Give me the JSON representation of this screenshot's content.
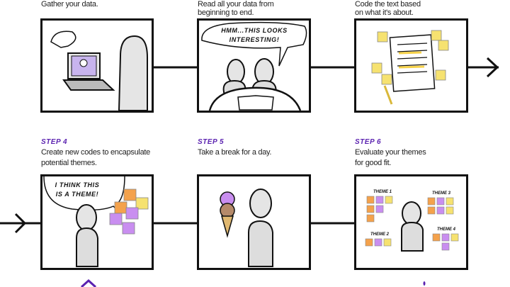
{
  "steps": [
    {
      "label": "",
      "text1": "Gather your data.",
      "text2": ""
    },
    {
      "label": "",
      "text1": "Read all your data from",
      "text2": "beginning to end."
    },
    {
      "label": "",
      "text1": "Code the text based",
      "text2": "on what it's about."
    },
    {
      "label": "STEP 4",
      "text1": "Create new codes to encapsulate",
      "text2": "potential themes."
    },
    {
      "label": "STEP 5",
      "text1": "Take a break for a day.",
      "text2": ""
    },
    {
      "label": "STEP 6",
      "text1": "Evaluate your themes",
      "text2": "for good fit."
    }
  ],
  "bubbles": {
    "step2_line1": "HMM...THIS LOOKS",
    "step2_line2": "INTERESTING!",
    "step4_line1": "I THINK THIS",
    "step4_line2": "IS A THEME!"
  },
  "themes": [
    "THEME 1",
    "THEME 2",
    "THEME 3",
    "THEME 4"
  ],
  "colors": {
    "accent": "#5b22b0",
    "sticky_orange": "#f4a24c",
    "sticky_purple": "#c98ef0",
    "sticky_yellow": "#f6e270"
  }
}
